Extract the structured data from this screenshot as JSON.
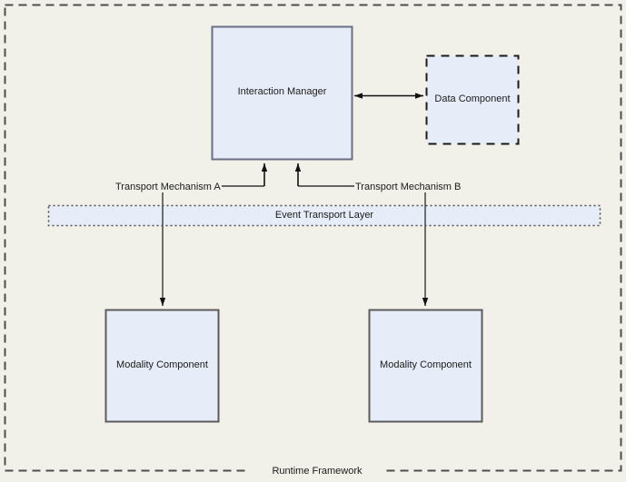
{
  "diagram": {
    "title": "Runtime Framework",
    "background_color": "#f1f1e9",
    "outer_frame": {
      "label": "Runtime Framework",
      "border_style": "dashed",
      "border_color": "#4d4d4d"
    },
    "nodes": [
      {
        "id": "interaction-manager",
        "label": "Interaction Manager",
        "shape": "rectangle",
        "border_style": "solid",
        "fill": "#e7edf8",
        "stroke": "#666680"
      },
      {
        "id": "data-component",
        "label": "Data Component",
        "shape": "rectangle",
        "border_style": "dashed",
        "fill": "#e7edf8",
        "stroke": "#1a1a1a"
      },
      {
        "id": "modality-component-left",
        "label": "Modality Component",
        "shape": "rectangle",
        "border_style": "solid",
        "fill": "#e7edf8",
        "stroke": "#595959"
      },
      {
        "id": "modality-component-right",
        "label": "Modality Component",
        "shape": "rectangle",
        "border_style": "solid",
        "fill": "#e7edf8",
        "stroke": "#595959"
      }
    ],
    "band": {
      "id": "event-transport-layer",
      "label": "Event Transport Layer",
      "border_style": "dotted",
      "fill": "#e7edf8",
      "stroke": "#4d4d4d"
    },
    "edge_labels": [
      {
        "id": "transport-mechanism-a",
        "label": "Transport Mechanism A"
      },
      {
        "id": "transport-mechanism-b",
        "label": "Transport Mechanism B"
      }
    ],
    "connectors": [
      {
        "id": "im-to-data",
        "from": "interaction-manager",
        "to": "data-component",
        "arrow": "double"
      },
      {
        "id": "modality-left-to-im",
        "from": "modality-component-left",
        "to": "interaction-manager",
        "arrow": "double"
      },
      {
        "id": "modality-right-to-im",
        "from": "modality-component-right",
        "to": "interaction-manager",
        "arrow": "double"
      }
    ]
  }
}
